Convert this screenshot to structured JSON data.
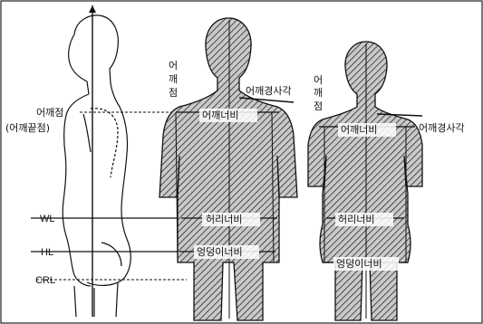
{
  "labels": {
    "side": {
      "shoulder_point": "어깨점",
      "shoulder_tip": "(어깨끝점)",
      "waist_line": "WL",
      "hip_line": "HL",
      "crotch_line": "CRL"
    },
    "front_male": {
      "shoulder_point_v": [
        "어",
        "깨",
        "점"
      ],
      "shoulder_slope": "어깨경사각",
      "shoulder_width": "어깨너비",
      "waist_width": "허리너비",
      "hip_width": "엉덩이너비"
    },
    "front_female": {
      "shoulder_point_v": [
        "어",
        "깨",
        "점"
      ],
      "shoulder_slope": "어깨경사각",
      "shoulder_width": "어깨너비",
      "waist_width": "허리너비",
      "hip_width": "엉덩이너비"
    }
  },
  "colors": {
    "outline": "#111111",
    "hatch": "#333333",
    "silhouette_fill": "#9a9a9a"
  }
}
